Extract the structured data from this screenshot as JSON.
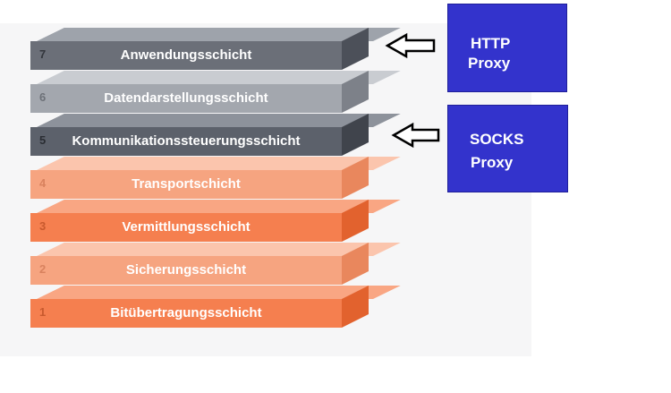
{
  "layers": [
    {
      "number": "7",
      "name": "Anwendungsschicht",
      "front": "#6b6f78",
      "top": "#9ea3ab",
      "side": "#4c5059",
      "num_color": "#33363c"
    },
    {
      "number": "6",
      "name": "Datendarstellungsschicht",
      "front": "#a3a7ae",
      "top": "#c9ccd1",
      "side": "#7d8189",
      "num_color": "#6d7178"
    },
    {
      "number": "5",
      "name": "Kommunikationssteuerungsschicht",
      "front": "#5c616b",
      "top": "#8d929b",
      "side": "#40444c",
      "num_color": "#2a2d33"
    },
    {
      "number": "4",
      "name": "Transportschicht",
      "front": "#f6a480",
      "top": "#fbc5ad",
      "side": "#e9875d",
      "num_color": "#d9825e"
    },
    {
      "number": "3",
      "name": "Vermittlungsschicht",
      "front": "#f57f4f",
      "top": "#f9a683",
      "side": "#e2622e",
      "num_color": "#c85a2e"
    },
    {
      "number": "2",
      "name": "Sicherungsschicht",
      "front": "#f6a480",
      "top": "#fbc5ad",
      "side": "#e9875d",
      "num_color": "#d9825e"
    },
    {
      "number": "1",
      "name": "Bitübertragungsschicht",
      "front": "#f57f4f",
      "top": "#f9a683",
      "side": "#e2622e",
      "num_color": "#c85a2e"
    }
  ],
  "proxies": [
    {
      "line1": "HTTP",
      "line2": "Proxy",
      "points_to": "7"
    },
    {
      "line1": "SOCKS",
      "line2": "Proxy",
      "points_to": "5"
    }
  ]
}
